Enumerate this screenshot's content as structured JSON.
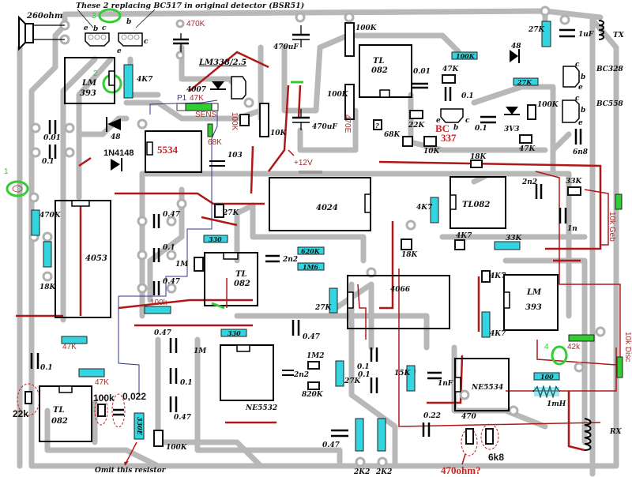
{
  "title_note": "These 2 replacing BC517 in original detector (BSR51)",
  "speaker": {
    "label": "260ohm"
  },
  "markers": [
    {
      "id": "1",
      "label": "1",
      "color": "#33cc33"
    },
    {
      "id": "2",
      "label": "2",
      "color": "#33cc33"
    },
    {
      "id": "3",
      "label": "3",
      "color": "#33cc33"
    },
    {
      "id": "4",
      "label": "4",
      "color": "#33cc33"
    }
  ],
  "ics": [
    {
      "id": "lm393-top",
      "line1": "LM",
      "line2": "393"
    },
    {
      "id": "ic-5534",
      "line1": "5534",
      "line2": ""
    },
    {
      "id": "tl082-top",
      "line1": "TL",
      "line2": "082"
    },
    {
      "id": "ic-4053",
      "line1": "4053",
      "line2": ""
    },
    {
      "id": "ic-4024",
      "line1": "4024",
      "line2": ""
    },
    {
      "id": "tl082-right",
      "line1": "TL082",
      "line2": ""
    },
    {
      "id": "tl082-mid",
      "line1": "TL",
      "line2": "082"
    },
    {
      "id": "ic-4066",
      "line1": "4066",
      "line2": ""
    },
    {
      "id": "lm393-right",
      "line1": "LM",
      "line2": "393"
    },
    {
      "id": "ne5532",
      "line1": "NE5532",
      "line2": ""
    },
    {
      "id": "ne5534",
      "line1": "NE5534",
      "line2": ""
    },
    {
      "id": "tl082-bottom",
      "line1": "TL",
      "line2": "082"
    }
  ],
  "regulator": {
    "label": "LM338/2.5"
  },
  "transistors": [
    {
      "id": "q-left",
      "pins": [
        "e",
        "b",
        "c"
      ]
    },
    {
      "id": "q-right",
      "pins": [
        "b",
        "c",
        "e"
      ]
    },
    {
      "id": "bc337",
      "label_line1": "BC",
      "label_line2": "337",
      "pins": [
        "e",
        "b",
        "c"
      ]
    },
    {
      "id": "bc328",
      "label": "BC328",
      "pins": [
        "c",
        "b",
        "e"
      ]
    },
    {
      "id": "bc558",
      "label": "BC558",
      "pins": [
        "c",
        "b",
        "e"
      ]
    }
  ],
  "components": {
    "r_470k_top": "470K",
    "c_470uf_a": "470uF",
    "c_470uf_b": "470uF",
    "r_100k_a": "100K",
    "r_100k_b": "100K",
    "r_4k7_top": "4K7",
    "d_4007": "4007",
    "p1_label": "P1",
    "p1_value": "47K",
    "sens": "SENS",
    "r_100k_red": "100K",
    "r_10k_mid": "10K",
    "r_68k_green": "68K",
    "c_103": "103",
    "plus12v": "+12V",
    "c_001_left": "0.01",
    "c_01_left": "0.1",
    "d_48_left": "48",
    "d_1n4148": "1N4148",
    "c_001_top": "0.01",
    "r_47k_top": "47K",
    "c_01_top": "0.1",
    "r_22k_top": "22K",
    "r_470e": "470E",
    "r_unknown": "?",
    "r_68k_top": "68K",
    "r_10k_top": "10K",
    "r_100k_cyan": "100K",
    "d_48_top": "48",
    "r_27k_tx": "27K",
    "c_1uf": "1uF",
    "tx": "TX",
    "r_27k_cyan": "27K",
    "c_01_right": "0.1",
    "d_3v3": "3V3",
    "r_100k_right": "100K",
    "r_47k_right": "47K",
    "c_6n8": "6n8",
    "r_18k_top": "18K",
    "r_470k_left": "470K",
    "r_18k_left": "18K",
    "c_047_a": "0.47",
    "c_01_mid": "0.1",
    "c_047_b": "0.47",
    "r_1m_a": "1M",
    "r_330_a": "330",
    "r_27k_mid": "27K",
    "r_100k_blue": "100k",
    "c_2n2_mid": "2n2",
    "r_620k": "620K",
    "r_1m6": "1M6",
    "r_18k_mid": "18K",
    "r_4k7_left": "4K7",
    "c_2n2_right": "2n2",
    "r_33k_right": "33K",
    "pot_10k_geb": "10k Geb",
    "c_1n": "1n",
    "r_4k7_small": "4K7",
    "r_33k_cyan": "33K",
    "r_4k7_lm": "4K7",
    "r_4k7_lm_bottom": "4K7",
    "r_27k_4066": "27K",
    "r_47k_left_a": "47K",
    "r_47k_left_b": "47K",
    "c_01_bottom_left": "0.1",
    "r_22k_bottom": "22k",
    "r_100k_bottom_a": "100k",
    "c_0022": "0,022",
    "r_330e": "330E",
    "omit_note": "Omit this resistor",
    "r_100k_bottom_b": "100K",
    "c_047_c": "0.47",
    "r_1m_b": "1M",
    "c_01_c": "0.1",
    "c_047_d": "0.47",
    "r_330_b": "330",
    "c_047_e": "0.47",
    "r_1m2": "1M2",
    "c_2n2_bottom": "2n2",
    "r_820k": "820K",
    "r_27k_bottom": "27K",
    "c_047_f": "0.47",
    "r_2k2_a": "2K2",
    "r_2k2_b": "2K2",
    "c_01_d": "0.1",
    "c_01_e": "0.1",
    "r_15k": "15K",
    "c_1nf": "1nF",
    "c_022": "0.22",
    "r_470": "470",
    "r_470ohm_q": "470ohm?",
    "r_6k8": "6k8",
    "r_100_cyan": "100",
    "l_1mh": "1mH",
    "r_42k": "42k",
    "pot_10k_disc": "10k Disc",
    "rx": "RX"
  }
}
